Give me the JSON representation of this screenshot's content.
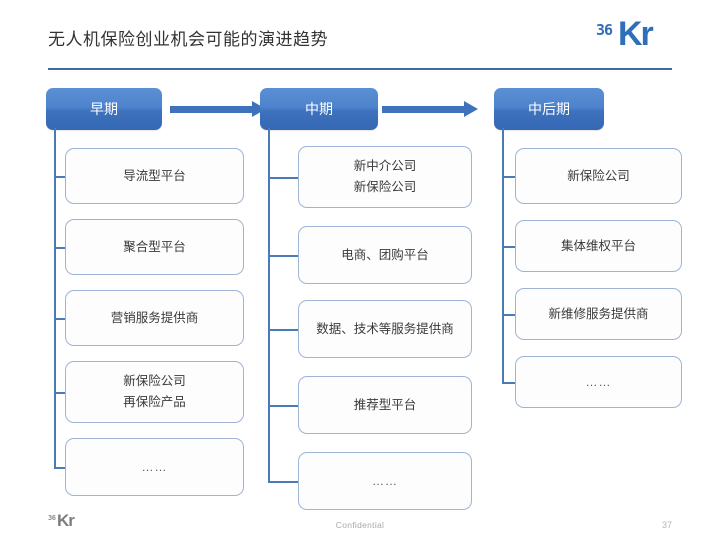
{
  "slide": {
    "title": "无人机保险创业机会可能的演进趋势",
    "accent_color": "#3f72bd",
    "rule_color": "#40699f"
  },
  "brand": {
    "logo_36": "36",
    "logo_kr": "Kr"
  },
  "arrows": [
    {
      "name": "arrow-early-to-mid"
    },
    {
      "name": "arrow-mid-to-late"
    }
  ],
  "columns": [
    {
      "id": "early",
      "header": "早期",
      "nodes": [
        {
          "lines": [
            "导流型平台"
          ],
          "ellipsis": false
        },
        {
          "lines": [
            "聚合型平台"
          ],
          "ellipsis": false
        },
        {
          "lines": [
            "营销服务提供商"
          ],
          "ellipsis": false
        },
        {
          "lines": [
            "新保险公司",
            "再保险产品"
          ],
          "ellipsis": false
        },
        {
          "lines": [
            "……"
          ],
          "ellipsis": true
        }
      ]
    },
    {
      "id": "mid",
      "header": "中期",
      "nodes": [
        {
          "lines": [
            "新中介公司",
            "新保险公司"
          ],
          "ellipsis": false
        },
        {
          "lines": [
            "电商、团购平台"
          ],
          "ellipsis": false
        },
        {
          "lines": [
            "数据、技术等服务提供商"
          ],
          "ellipsis": false
        },
        {
          "lines": [
            "推荐型平台"
          ],
          "ellipsis": false
        },
        {
          "lines": [
            "……"
          ],
          "ellipsis": true
        }
      ]
    },
    {
      "id": "late",
      "header": "中后期",
      "nodes": [
        {
          "lines": [
            "新保险公司"
          ],
          "ellipsis": false
        },
        {
          "lines": [
            "集体维权平台"
          ],
          "ellipsis": false
        },
        {
          "lines": [
            "新维修服务提供商"
          ],
          "ellipsis": false
        },
        {
          "lines": [
            "……"
          ],
          "ellipsis": true
        }
      ]
    }
  ],
  "footer": {
    "logo_36": "36",
    "logo_kr": "Kr",
    "confidential": "Confidential",
    "page_number": "37"
  }
}
